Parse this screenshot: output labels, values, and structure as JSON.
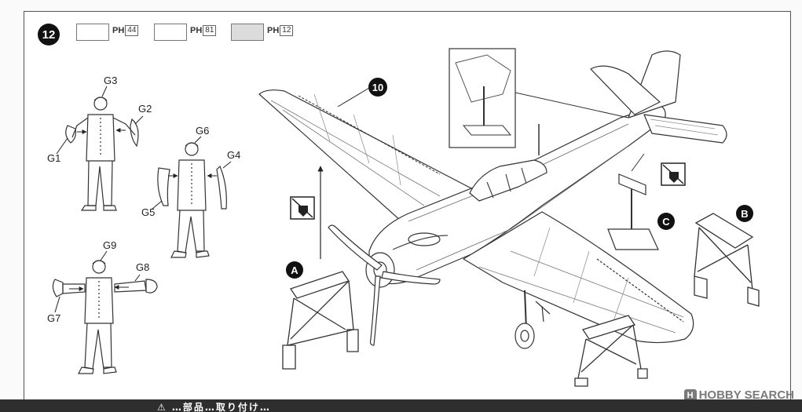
{
  "step": {
    "number": "12"
  },
  "paints": [
    {
      "prefix": "PH",
      "code": "44",
      "swatch": "#ffffff"
    },
    {
      "prefix": "PH",
      "code": "81",
      "swatch": "#ffffff"
    },
    {
      "prefix": "PH",
      "code": "12",
      "swatch": "#dcdcdc"
    }
  ],
  "figure_parts": [
    "G1",
    "G2",
    "G3",
    "G4",
    "G5",
    "G6",
    "G7",
    "G8",
    "G9"
  ],
  "callouts": {
    "main_part": "10",
    "stand_a": "A",
    "stand_b": "B",
    "stand_c": "C"
  },
  "bottom_banner": "⚠ …部品…取り付け…",
  "watermark": {
    "logo_letter": "H",
    "text": "HOBBY SEARCH"
  },
  "colors": {
    "ink": "#111111",
    "line": "#444444",
    "banner": "#2e2e2e",
    "watermark": "#7a7a7a"
  }
}
